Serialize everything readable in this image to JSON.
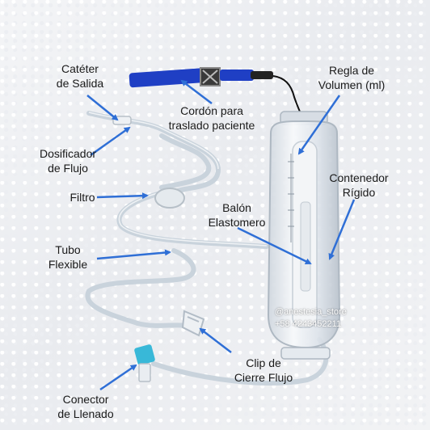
{
  "labels": {
    "cateter": "Catéter\nde Salida",
    "cordon": "Cordón para\ntraslado paciente",
    "regla": "Regla de\nVolumen (ml)",
    "dosificador": "Dosificador\nde Flujo",
    "filtro": "Filtro",
    "contenedor": "Contenedor\nRígido",
    "balon": "Balón\nElastomero",
    "tubo": "Tubo\nFlexible",
    "clip": "Clip de\nCierre Flujo",
    "conector": "Conector\nde Llenado"
  },
  "credit": {
    "handle": "@anestesia_store",
    "phone": "+58 4243452211"
  },
  "colors": {
    "arrow": "#2f6fd6",
    "strap": "#1f3fc4",
    "tube": "#c9d3dc",
    "cap": "#38b8d8"
  }
}
